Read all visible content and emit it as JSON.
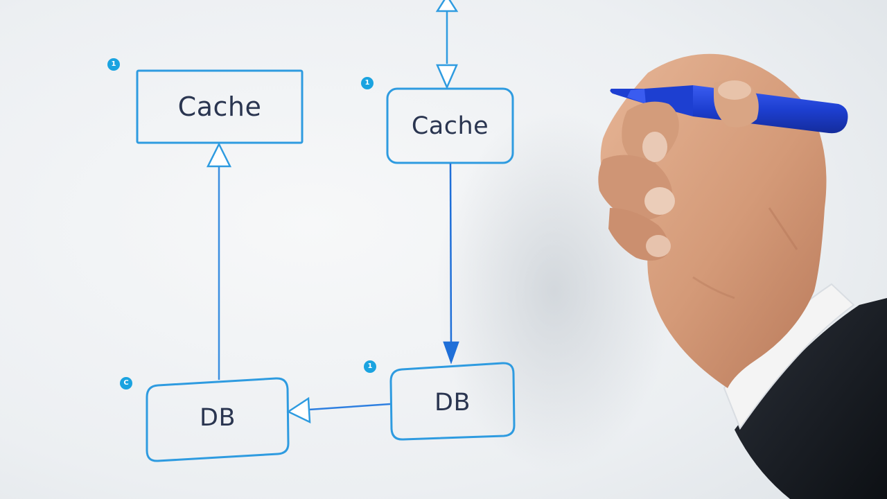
{
  "diagram": {
    "stroke_color": "#2e9be0",
    "arrow_color": "#1f6fd8",
    "nodes": [
      {
        "label": "Cache",
        "marker": "1"
      },
      {
        "label": "Cache",
        "marker": "1"
      },
      {
        "label": "DB",
        "marker": "C"
      },
      {
        "label": "DB",
        "marker": "1"
      }
    ]
  },
  "scene": {
    "marker_color": "#1d3fd1",
    "sleeve_color": "#161a20",
    "cuff_color": "#f4f4f4",
    "skin_color": "#d9a584"
  }
}
